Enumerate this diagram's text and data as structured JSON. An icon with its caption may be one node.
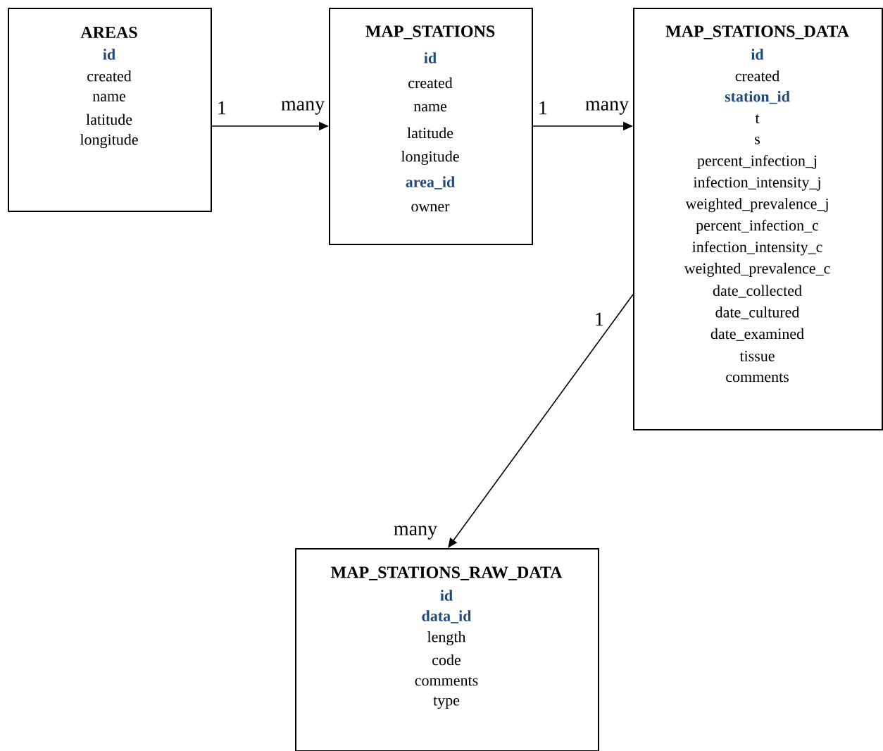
{
  "diagram": {
    "nodes": [
      {
        "text": [
          "AREAS",
          "id",
          "created",
          "name",
          "latitude",
          "longitude"
        ]
      },
      {
        "text": [
          "MAP_STATIONS",
          "id",
          "created",
          "name",
          "latitude",
          "longitude",
          "area_id",
          "owner"
        ]
      },
      {
        "text": [
          "MAP_STATIONS_DATA",
          "id",
          "created",
          "station_id",
          "t",
          "s",
          "percent_infection_j",
          "infection_intensity_j",
          "weighted_prevalence_j",
          "percent_infection_c",
          "infection_intensity_c",
          "weighted_prevalence_c",
          "date_collected",
          "date_cultured",
          "date_examined",
          "tissue",
          "comments"
        ]
      },
      {
        "text": [
          "MAP_STATIONS_RAW_DATA",
          "id",
          "data_id",
          "length",
          "code",
          "comments",
          "type"
        ]
      }
    ],
    "edges": [
      {
        "from": 0,
        "to": 1,
        "arrow": "to"
      },
      {
        "from": 1,
        "to": 2,
        "arrow": "to"
      },
      {
        "from": 2,
        "to": 3,
        "arrow": "to"
      }
    ],
    "labels": [
      "1",
      "many",
      "1",
      "many",
      "1",
      "many"
    ]
  }
}
